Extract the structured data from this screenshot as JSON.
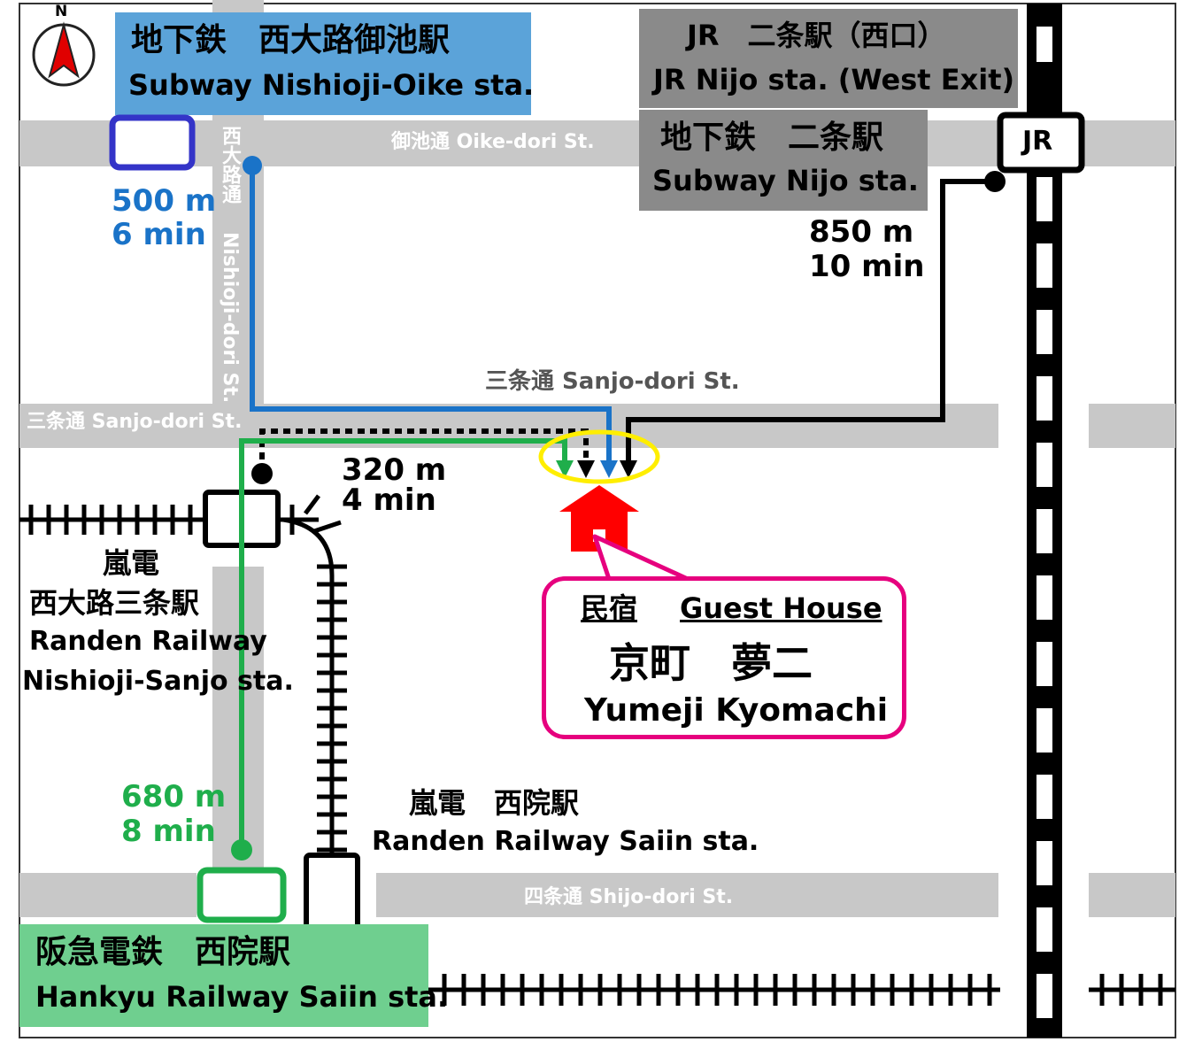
{
  "compass": {
    "north_label": "N",
    "icon": "compass-north-arrow-icon"
  },
  "stations": {
    "subway_nishioji_oike": {
      "ja": "地下鉄　西大路御池駅",
      "en": "Subway  Nishioji-Oike sta.",
      "color": "#5ba3d9"
    },
    "jr_nijo": {
      "ja": "JR　二条駅（西口）",
      "en": "JR  Nijo sta. (West Exit)",
      "badge": "JR"
    },
    "subway_nijo": {
      "ja": "地下鉄　二条駅",
      "en": "Subway  Nijo sta."
    },
    "randen_nishioji_sanjo": {
      "ja1": "嵐電",
      "ja2": "西大路三条駅",
      "en1": "Randen Railway",
      "en2": "Nishioji-Sanjo sta."
    },
    "randen_saiin": {
      "ja": "嵐電　西院駅",
      "en": "Randen Railway  Saiin sta."
    },
    "hankyu_saiin": {
      "ja": "阪急電鉄　西院駅",
      "en": "Hankyu Railway Saiin sta.",
      "color": "#6fcf8f"
    }
  },
  "streets": {
    "oike": "御池通 Oike-dori St.",
    "sanjo_left": "三条通 Sanjo-dori St.",
    "sanjo_right": "三条通 Sanjo-dori St.",
    "nishioji_ja": "西大路通",
    "nishioji_en": "Nishioji-dori St.",
    "shijo": "四条通 Shijo-dori St."
  },
  "routes": {
    "blue": {
      "distance": "500 m",
      "time": "6 min",
      "color": "#1a73c8"
    },
    "black": {
      "distance": "850 m",
      "time": "10 min",
      "color": "#000000"
    },
    "dotted": {
      "distance": "320 m",
      "time": "4 min",
      "color": "#000000"
    },
    "green": {
      "distance": "680 m",
      "time": "8 min",
      "color": "#1fae4b"
    }
  },
  "guest_house": {
    "type_ja": "民宿",
    "type_en": "Guest House",
    "name_ja": "京町　夢二",
    "name_en": "Yumeji Kyomachi",
    "icon": "house-icon",
    "marker_color": "#ff0000",
    "callout_color": "#e6007e",
    "highlight_color": "#ffee00"
  }
}
